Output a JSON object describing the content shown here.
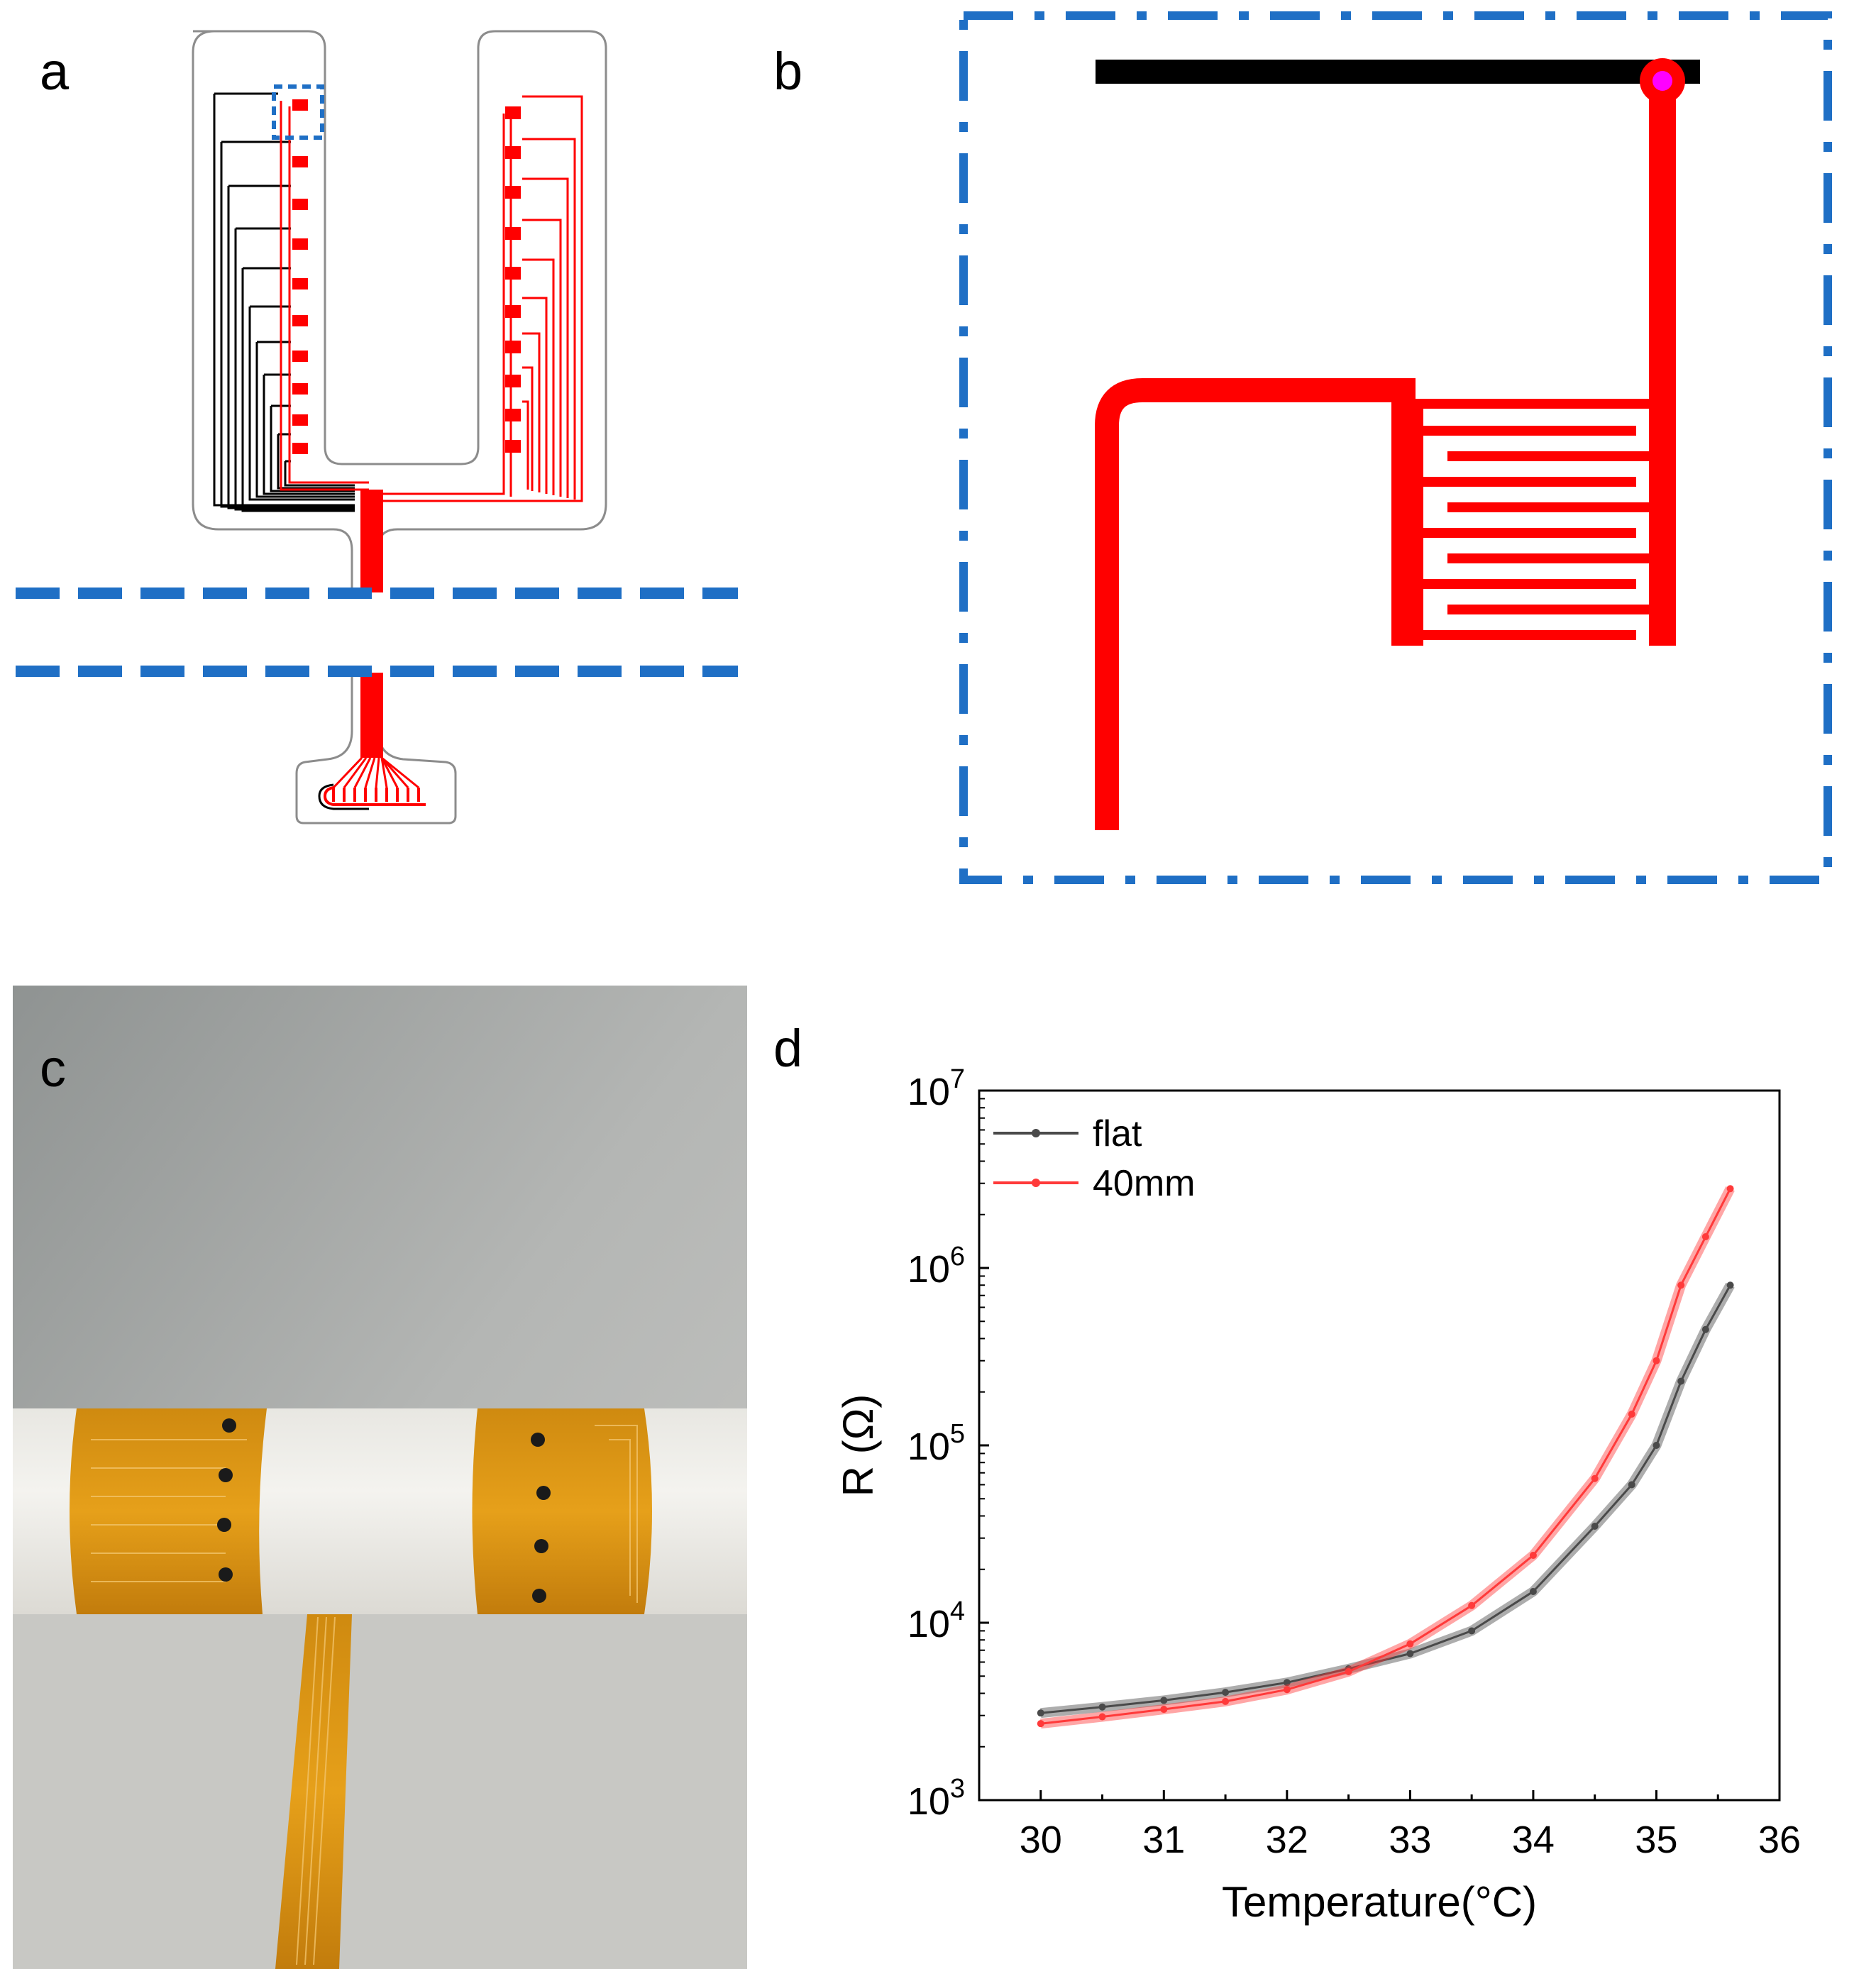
{
  "panels": {
    "a": {
      "label": "a"
    },
    "b": {
      "label": "b"
    },
    "c": {
      "label": "c"
    },
    "d": {
      "label": "d"
    }
  },
  "colors": {
    "trace_red": "#ff0000",
    "trace_black": "#000000",
    "outline_gray": "#8c8c8c",
    "dash_blue": "#1f6fc5",
    "via_magenta": "#ff00ff",
    "kapton_orange": "#e0960e",
    "tube_white": "#f2f1ec",
    "wall_gray": "#a9acab",
    "series_flat": "#4a4a4a",
    "series_40mm": "#ff3a3a"
  },
  "chart_data": {
    "type": "line",
    "title": "",
    "xlabel": "Temperature(°C)",
    "ylabel": "R (Ω)",
    "xlim": [
      29.5,
      36
    ],
    "ylim": [
      1000,
      10000000
    ],
    "yscale": "log",
    "xticks": [
      "30",
      "31",
      "32",
      "33",
      "34",
      "35",
      "36"
    ],
    "yticks": [
      {
        "value": 1000,
        "base": "10",
        "exp": "3"
      },
      {
        "value": 10000,
        "base": "10",
        "exp": "4"
      },
      {
        "value": 100000,
        "base": "10",
        "exp": "5"
      },
      {
        "value": 1000000,
        "base": "10",
        "exp": "6"
      },
      {
        "value": 10000000,
        "base": "10",
        "exp": "7"
      }
    ],
    "grid": false,
    "legend_position": "top-left",
    "series": [
      {
        "name": "flat",
        "color": "#4a4a4a",
        "x": [
          30.0,
          30.5,
          31.0,
          31.5,
          32.0,
          32.5,
          33.0,
          33.5,
          34.0,
          34.5,
          34.8,
          35.0,
          35.2,
          35.4,
          35.6
        ],
        "y": [
          3100,
          3350,
          3650,
          4050,
          4600,
          5500,
          6700,
          9000,
          15000,
          35000,
          60000,
          100000,
          230000,
          450000,
          800000
        ]
      },
      {
        "name": "40mm",
        "color": "#ff3a3a",
        "x": [
          30.0,
          30.5,
          31.0,
          31.5,
          32.0,
          32.5,
          33.0,
          33.5,
          34.0,
          34.5,
          34.8,
          35.0,
          35.2,
          35.4,
          35.6
        ],
        "y": [
          2700,
          2950,
          3250,
          3600,
          4200,
          5300,
          7600,
          12500,
          24000,
          65000,
          150000,
          300000,
          800000,
          1500000,
          2800000
        ]
      }
    ]
  }
}
